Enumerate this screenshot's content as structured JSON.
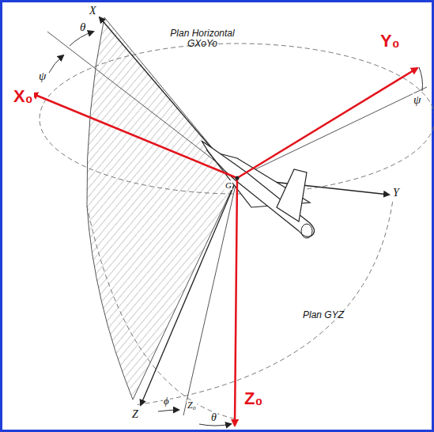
{
  "diagram": {
    "labels": [
      "θ",
      "ψ",
      "X",
      "X₀",
      "Plan Horizontal GXoYo",
      "Y₀",
      "ψ",
      "Y",
      "G",
      "Plan GYZ",
      "Z",
      "ϕ",
      "Z₀",
      "θ",
      "Z₀"
    ]
  }
}
